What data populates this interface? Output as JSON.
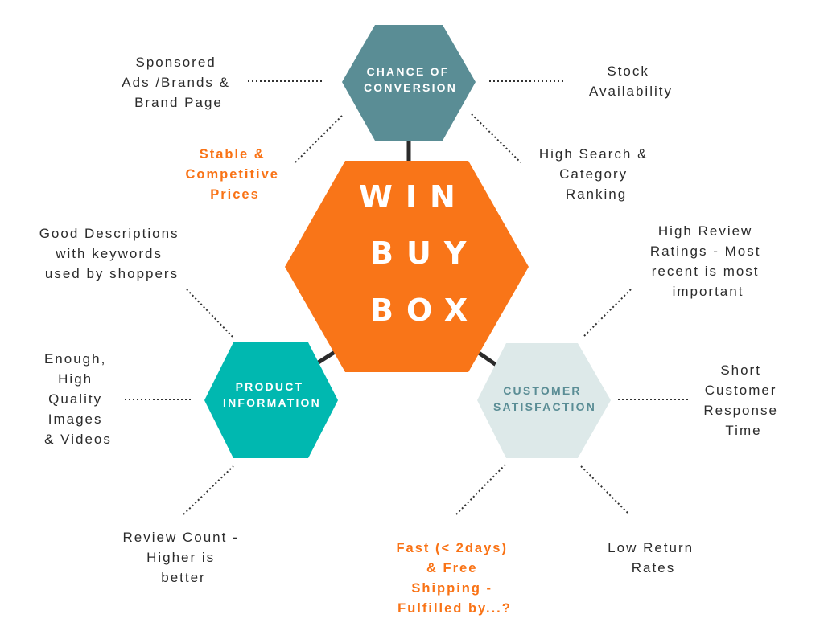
{
  "colors": {
    "orange": "#f97518",
    "teal_dark": "#5a8d95",
    "teal": "#00b8b0",
    "pale": "#dde9e9",
    "pale_text": "#5a8d95",
    "connector": "#2b2b2b"
  },
  "center": {
    "lines": [
      "WIN",
      "BUY",
      "BOX"
    ]
  },
  "hexes": {
    "conversion": {
      "lines": [
        "CHANCE OF",
        "CONVERSION"
      ]
    },
    "product": {
      "lines": [
        "PRODUCT",
        "INFORMATION"
      ]
    },
    "customer": {
      "lines": [
        "CUSTOMER",
        "SATISFACTION"
      ]
    }
  },
  "labels": {
    "sponsored": [
      "Sponsored",
      "Ads /Brands &",
      "Brand Page"
    ],
    "stock": [
      "Stock",
      "Availability"
    ],
    "prices": [
      "Stable &",
      "Competitive",
      "Prices"
    ],
    "ranking": [
      "High Search &",
      "Category",
      "Ranking"
    ],
    "descriptions": [
      "Good Descriptions",
      "with keywords",
      "used by shoppers"
    ],
    "images": [
      "Enough,",
      "High",
      "Quality",
      "Images",
      "& Videos"
    ],
    "review_count": [
      "Review Count -",
      "Higher is",
      "better"
    ],
    "reviews": [
      "High Review",
      "Ratings - Most",
      "recent is most",
      "important"
    ],
    "response": [
      "Short",
      "Customer",
      "Response",
      "Time"
    ],
    "shipping": [
      "Fast (< 2days)",
      "& Free",
      "Shipping -",
      "Fulfilled by...?"
    ],
    "returns": [
      "Low Return",
      "Rates"
    ]
  }
}
